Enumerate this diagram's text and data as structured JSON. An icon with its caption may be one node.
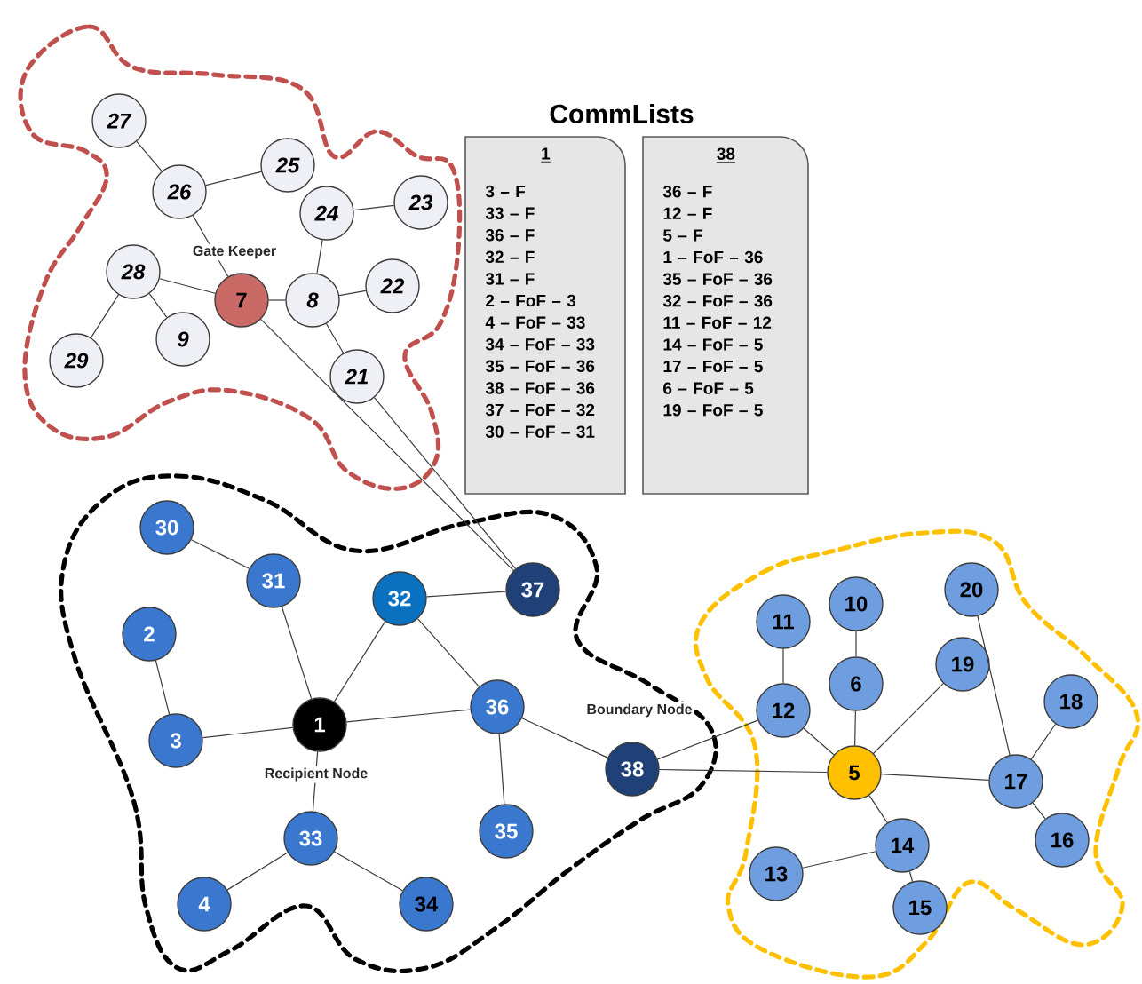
{
  "diagram": {
    "nodes": [
      {
        "text": [],
        "shape": "cloud"
      },
      {
        "text": [
          "27"
        ],
        "in": 0
      },
      {
        "text": [
          "25"
        ],
        "in": 0
      },
      {
        "text": [
          "26"
        ],
        "in": 0
      },
      {
        "text": [
          "24"
        ],
        "in": 0
      },
      {
        "text": [
          "23"
        ],
        "in": 0
      },
      {
        "text": [
          "28"
        ],
        "in": 0
      },
      {
        "text": [
          "7"
        ],
        "in": 0,
        "beside": [
          "Gate Keeper"
        ]
      },
      {
        "text": [
          "8"
        ],
        "in": 0
      },
      {
        "text": [
          "22"
        ],
        "in": 0
      },
      {
        "text": [
          "9"
        ],
        "in": 0
      },
      {
        "text": [
          "29"
        ],
        "in": 0
      },
      {
        "text": [
          "21"
        ],
        "in": 0
      },
      {
        "text": [],
        "shape": "cloud"
      },
      {
        "text": [
          "30"
        ],
        "in": 13
      },
      {
        "text": [
          "31"
        ],
        "in": 13
      },
      {
        "text": [
          "32"
        ],
        "in": 13
      },
      {
        "text": [
          "37"
        ],
        "in": 13
      },
      {
        "text": [
          "2"
        ],
        "in": 13
      },
      {
        "text": [
          "3"
        ],
        "in": 13
      },
      {
        "text": [
          "1"
        ],
        "in": 13,
        "beside": [
          "Recipient Node"
        ]
      },
      {
        "text": [
          "36"
        ],
        "in": 13
      },
      {
        "text": [
          "33"
        ],
        "in": 13
      },
      {
        "text": [
          "35"
        ],
        "in": 13
      },
      {
        "text": [
          "4"
        ],
        "in": 13
      },
      {
        "text": [
          "34"
        ],
        "in": 13
      },
      {
        "text": [
          "38"
        ],
        "in": 13,
        "beside": [
          "Boundary Node"
        ]
      },
      {
        "text": [],
        "shape": "cloud"
      },
      {
        "text": [
          "11"
        ],
        "in": 27
      },
      {
        "text": [
          "10"
        ],
        "in": 27
      },
      {
        "text": [
          "20"
        ],
        "in": 27
      },
      {
        "text": [
          "19"
        ],
        "in": 27
      },
      {
        "text": [
          "6"
        ],
        "in": 27
      },
      {
        "text": [
          "12"
        ],
        "in": 27
      },
      {
        "text": [
          "18"
        ],
        "in": 27
      },
      {
        "text": [
          "5"
        ],
        "in": 27
      },
      {
        "text": [
          "17"
        ],
        "in": 27
      },
      {
        "text": [
          "16"
        ],
        "in": 27
      },
      {
        "text": [
          "14"
        ],
        "in": 27
      },
      {
        "text": [
          "13"
        ],
        "in": 27
      },
      {
        "text": [
          "15"
        ],
        "in": 27
      },
      {
        "text": [
          "1",
          "3 – F",
          "33 – F",
          "36 – F",
          "32 – F",
          "31 – F",
          "2 – FoF – 3",
          "4 – FoF – 33",
          "34 – FoF – 33",
          "35 – FoF – 36",
          "38 – FoF – 36",
          "37 – FoF – 32",
          "30 – FoF – 31"
        ]
      },
      {
        "text": [
          "38",
          "36 – F",
          "12 – F",
          "5 – F",
          "1 – FoF – 36",
          "35 – FoF – 36",
          "32 – FoF – 36",
          "11 – FoF – 12",
          "14 – FoF – 5",
          "17 – FoF – 5",
          "6 – FoF – 5",
          "19 – FoF – 5"
        ]
      }
    ],
    "edges": [
      {
        "from": 1,
        "to": 3,
        "arrow": "none"
      },
      {
        "from": 3,
        "to": 2,
        "arrow": "none"
      },
      {
        "from": 3,
        "to": 7,
        "arrow": "none"
      },
      {
        "from": 6,
        "to": 7,
        "arrow": "none"
      },
      {
        "from": 6,
        "to": 11,
        "arrow": "none"
      },
      {
        "from": 6,
        "to": 10,
        "arrow": "none"
      },
      {
        "from": 7,
        "to": 8,
        "arrow": "none"
      },
      {
        "from": 8,
        "to": 4,
        "arrow": "none"
      },
      {
        "from": 4,
        "to": 5,
        "arrow": "none"
      },
      {
        "from": 8,
        "to": 9,
        "arrow": "none"
      },
      {
        "from": 8,
        "to": 12,
        "arrow": "none"
      },
      {
        "from": 7,
        "to": 17,
        "arrow": "none"
      },
      {
        "from": 12,
        "to": 17,
        "arrow": "none"
      },
      {
        "from": 14,
        "to": 15,
        "arrow": "none"
      },
      {
        "from": 15,
        "to": 20,
        "arrow": "none"
      },
      {
        "from": 16,
        "to": 20,
        "arrow": "none"
      },
      {
        "from": 16,
        "to": 17,
        "arrow": "none"
      },
      {
        "from": 16,
        "to": 21,
        "arrow": "none"
      },
      {
        "from": 18,
        "to": 19,
        "arrow": "none"
      },
      {
        "from": 19,
        "to": 20,
        "arrow": "none"
      },
      {
        "from": 20,
        "to": 21,
        "arrow": "none"
      },
      {
        "from": 20,
        "to": 22,
        "arrow": "none"
      },
      {
        "from": 22,
        "to": 24,
        "arrow": "none"
      },
      {
        "from": 22,
        "to": 25,
        "arrow": "none"
      },
      {
        "from": 21,
        "to": 23,
        "arrow": "none"
      },
      {
        "from": 21,
        "to": 26,
        "arrow": "none"
      },
      {
        "from": 26,
        "to": 33,
        "arrow": "none"
      },
      {
        "from": 26,
        "to": 35,
        "arrow": "none"
      },
      {
        "from": 28,
        "to": 33,
        "arrow": "none"
      },
      {
        "from": 29,
        "to": 32,
        "arrow": "none"
      },
      {
        "from": 32,
        "to": 35,
        "arrow": "none"
      },
      {
        "from": 33,
        "to": 35,
        "arrow": "none"
      },
      {
        "from": 31,
        "to": 35,
        "arrow": "none"
      },
      {
        "from": 30,
        "to": 36,
        "arrow": "none"
      },
      {
        "from": 34,
        "to": 36,
        "arrow": "none"
      },
      {
        "from": 35,
        "to": 36,
        "arrow": "none"
      },
      {
        "from": 36,
        "to": 37,
        "arrow": "none"
      },
      {
        "from": 35,
        "to": 38,
        "arrow": "none"
      },
      {
        "from": 38,
        "to": 39,
        "arrow": "none"
      },
      {
        "from": 38,
        "to": 40,
        "arrow": "none"
      }
    ],
    "labels": [
      "CommLists"
    ]
  }
}
